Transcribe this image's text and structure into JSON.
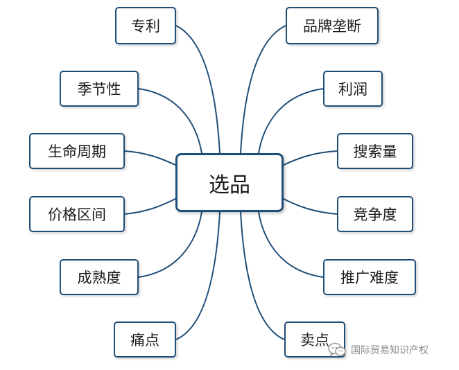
{
  "center": {
    "label": "选品"
  },
  "left_nodes": [
    "专利",
    "季节性",
    "生命周期",
    "价格区间",
    "成熟度",
    "痛点"
  ],
  "right_nodes": [
    "品牌垄断",
    "利润",
    "搜索量",
    "竞争度",
    "推广难度",
    "卖点"
  ],
  "watermark": {
    "text": "国际贸易知识产权",
    "icon": "wechat-icon"
  },
  "colors": {
    "line": "#1f4e79",
    "border": "#1f4e79",
    "text": "#1a1a1a",
    "watermark": "#8a8a8a"
  }
}
